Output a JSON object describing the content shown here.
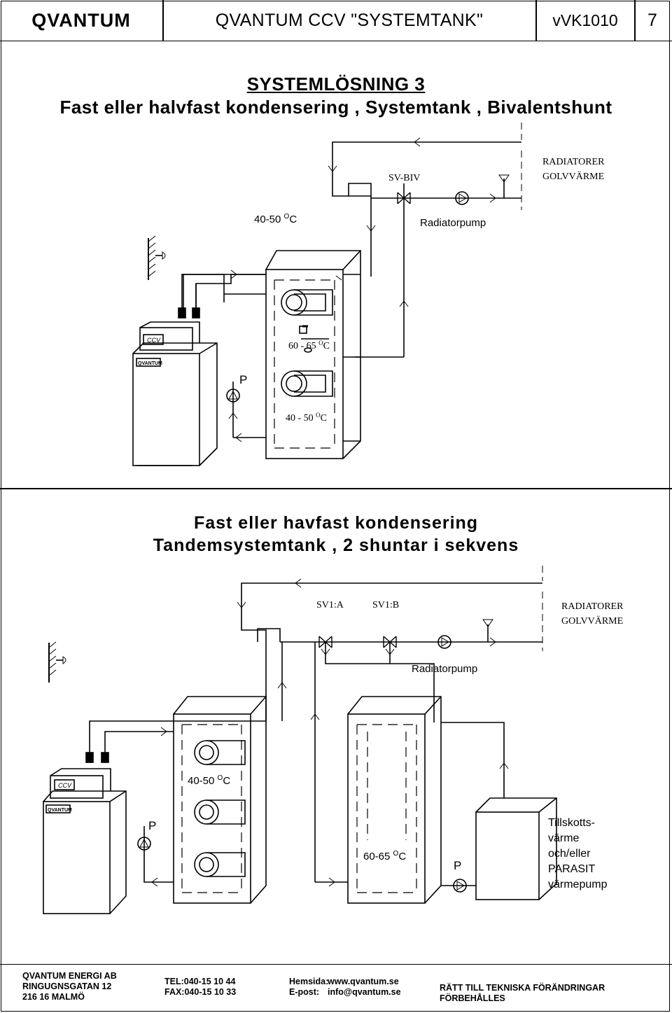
{
  "header": {
    "logo": "QVANTUM",
    "title": "QVANTUM CCV \"SYSTEMTANK\"",
    "code": "vVK1010",
    "page": "7"
  },
  "section1": {
    "heading": "SYSTEMLÖSNING 3",
    "subheading": "Fast eller halvfast kondensering , Systemtank , Bivalentshunt",
    "valve": "SV-BIV",
    "radiators_line1": "RADIATORER",
    "radiators_line2": "GOLVVÄRME",
    "temp_supply": "40-50 ",
    "temp_supply_unit": "O",
    "temp_supply_c": "C",
    "pump_label": "Radiatorpump",
    "tank_temp_top": "60 - 65 ",
    "tank_temp_top_unit": "O",
    "tank_temp_top_c": "C",
    "tank_temp_bottom": "40 - 50 ",
    "tank_temp_bottom_unit": "O",
    "tank_temp_bottom_c": "C",
    "pump_p": "P",
    "unit_badge": "CCV",
    "unit_brand": "QVANTUM"
  },
  "section2": {
    "heading_line1": "Fast eller havfast kondensering",
    "heading_line2": "Tandemsystemtank , 2 shuntar i sekvens",
    "valve_a": "SV1:A",
    "valve_b": "SV1:B",
    "radiators_line1": "RADIATORER",
    "radiators_line2": "GOLVVÄRME",
    "pump_label": "Radiatorpump",
    "tank1_temp": "40-50 ",
    "tank1_temp_unit": "O",
    "tank1_temp_c": "C",
    "tank2_temp": "60-65 ",
    "tank2_temp_unit": "O",
    "tank2_temp_c": "C",
    "pump_p1": "P",
    "pump_p2": "P",
    "extra_line1": "Tillskotts-",
    "extra_line2": "värme",
    "extra_line3": "och/eller",
    "extra_line4": "PARASIT",
    "extra_line5": "värmepump",
    "unit_badge": "CCV",
    "unit_brand": "QVANTUM"
  },
  "footer": {
    "company": "QVANTUM ENERGI AB",
    "street": "RINGUGNSGATAN 12",
    "city": "216 16  MALMÖ",
    "tel": "TEL:040-15 10 44",
    "fax": "FAX:040-15 10 33",
    "web_label": "Hemsida:",
    "web": "www.qvantum.se",
    "mail_label": "E-post:",
    "mail": "info@qvantum.se",
    "rights": "RÄTT TILL TEKNISKA FÖRÄNDRINGAR FÖRBEHÅLLES"
  }
}
